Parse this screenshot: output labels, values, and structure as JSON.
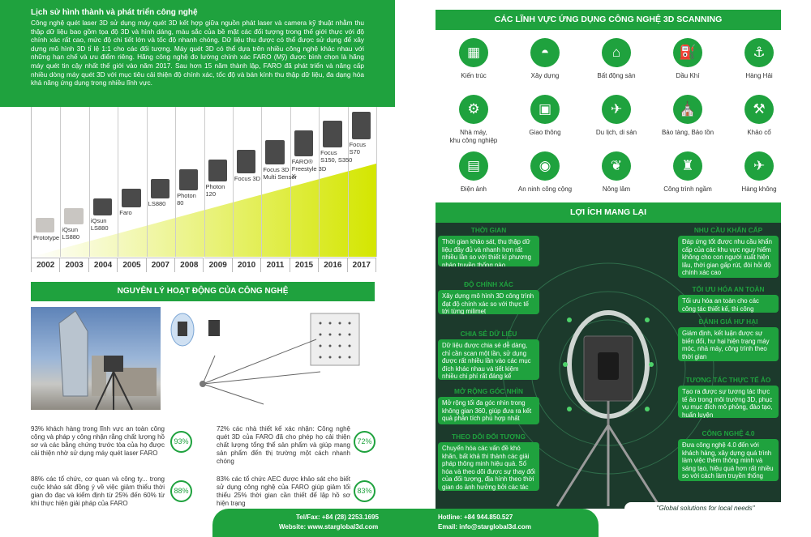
{
  "history": {
    "title": "Lịch sử hình thành và phát triển công nghệ",
    "body": "Công nghệ quét laser 3D sử dụng máy quét 3D kết hợp giữa nguồn phát laser và camera kỹ thuật nhằm thu thập dữ liệu bao gồm tọa độ 3D và hình dáng, màu sắc của bề mặt các đối tượng trong thế giới thực với độ chính xác rất cao, mức độ chi tiết lớn và tốc độ nhanh chóng. Dữ liệu thu được có thể được sử dụng để xây dựng mô hình 3D tỉ lệ 1:1 cho các đối tượng. Máy quét 3D có thể dựa trên nhiều công nghệ khác nhau với những hạn chế và ưu điểm riêng. Hãng công nghệ đo lường chính xác FARO (Mỹ) được bình chọn là hãng máy quét tin cậy nhất thế giới vào năm 2017. Sau hơn 15 năm thành lập, FARO đã phát triển và nâng cấp nhiều dòng máy quét 3D với mục tiêu cải thiện độ chính xác, tốc độ và bán kính thu thập dữ liệu, đa dạng hóa khả năng ứng dụng trong nhiều lĩnh vực."
  },
  "timeline": [
    {
      "year": "2002",
      "label": "Prototype"
    },
    {
      "year": "2003",
      "label": "iQsun\nLS880"
    },
    {
      "year": "2004",
      "label": "iQsun\nLS880"
    },
    {
      "year": "2005",
      "label": "Faro"
    },
    {
      "year": "2007",
      "label": "LS880"
    },
    {
      "year": "2008",
      "label": "Photon\n80"
    },
    {
      "year": "2009",
      "label": "Photon\n120"
    },
    {
      "year": "2010",
      "label": "Focus 3D"
    },
    {
      "year": "2011",
      "label": "Focus 3D\nMulti Sensor"
    },
    {
      "year": "2015",
      "label": "FARO®\nFreestyle 3D\nX"
    },
    {
      "year": "2016",
      "label": "Focus\nS150, S350"
    },
    {
      "year": "2017",
      "label": "Focus\nS70"
    }
  ],
  "principle": {
    "title": "NGUYÊN LÝ HOẠT ĐỘNG CỦA CÔNG NGHỆ"
  },
  "stats": [
    {
      "text": "93% khách hàng trong lĩnh vực an toàn công cộng và pháp y công nhận rằng chất lượng hồ sơ và các bằng chứng trước tòa của họ được cải thiện nhờ sử dụng máy quét laser FARO",
      "value": "93%"
    },
    {
      "text": "72% các nhà thiết kế xác nhận: Công nghệ quét 3D của FARO đã cho phép họ cải thiện chất lượng tổng thể sản phẩm và giúp mang sản phẩm đến thị trường một cách nhanh chóng",
      "value": "72%"
    },
    {
      "text": "88% các tổ chức, cơ quan và công ty... trong cuộc khảo sát đồng ý về việc giảm thiểu thời gian đo đạc và kiểm định từ 25% đến 60% từ khi thực hiện giải pháp của FARO",
      "value": "88%"
    },
    {
      "text": "83% các tổ chức AEC được khảo sát cho biết sử dụng công nghệ của FARO giúp giảm tối thiểu 25% thời gian cần thiết để lập hồ sơ hiện trạng",
      "value": "83%"
    }
  ],
  "footer": {
    "tel": "Tel/Fax: +84 (28) 2253.1695",
    "website": "Website: www.starglobal3d.com",
    "hotline": "Hotline: +84 944.850.527",
    "email": "Email: info@starglobal3d.com"
  },
  "fields": {
    "title": "CÁC LĨNH VỰC ỨNG DỤNG CÔNG NGHỆ 3D SCANNING",
    "items": [
      {
        "label": "Kiến trúc",
        "icon": "building-icon",
        "glyph": "▦"
      },
      {
        "label": "Xây dựng",
        "icon": "hardhat-icon",
        "glyph": "◓"
      },
      {
        "label": "Bất động sản",
        "icon": "house-icon",
        "glyph": "⌂"
      },
      {
        "label": "Dầu Khí",
        "icon": "oil-rig-icon",
        "glyph": "⛽"
      },
      {
        "label": "Hàng Hải",
        "icon": "ship-icon",
        "glyph": "⚓"
      },
      {
        "label": "Nhà máy,\nkhu công nghiệp",
        "icon": "factory-icon",
        "glyph": "⚙"
      },
      {
        "label": "Giao thông",
        "icon": "bus-icon",
        "glyph": "▣"
      },
      {
        "label": "Du lịch, di sản",
        "icon": "globe-plane-icon",
        "glyph": "✈"
      },
      {
        "label": "Bảo tàng, Bảo tồn",
        "icon": "museum-icon",
        "glyph": "⛪"
      },
      {
        "label": "Khảo cổ",
        "icon": "archaeologist-icon",
        "glyph": "⚒"
      },
      {
        "label": "Điện ảnh",
        "icon": "clapper-icon",
        "glyph": "▤"
      },
      {
        "label": "An ninh công cộng",
        "icon": "camera-icon",
        "glyph": "◉"
      },
      {
        "label": "Nông lâm",
        "icon": "plant-icon",
        "glyph": "❦"
      },
      {
        "label": "Công trình ngầm",
        "icon": "worker-icon",
        "glyph": "♜"
      },
      {
        "label": "Hàng không",
        "icon": "plane-icon",
        "glyph": "✈"
      }
    ]
  },
  "benefits": {
    "title": "LỢI ÍCH MANG LẠI",
    "left": [
      {
        "title": "THỜI GIAN",
        "body": "Thời gian khảo sát, thu thập dữ liệu đầy đủ và nhanh hơn rất nhiều lần so với thiết kì phương pháp truyền thống nào"
      },
      {
        "title": "ĐỘ CHÍNH XÁC",
        "body": "Xây dựng mô hình 3D công trình đạt độ chính xác so với thực tế tới từng milimet"
      },
      {
        "title": "CHIA SẺ DỮ LIỆU",
        "body": "Dữ liệu được chia sẻ dễ dàng, chỉ cần scan một lần, sử dụng được rất nhiều lần vào các mục đích khác nhau và tiết kiệm nhiều chi phí rất đáng kể"
      },
      {
        "title": "MỞ RỘNG GÓC NHÌN",
        "body": "Mở rộng tối đa góc nhìn trong không gian 360, giúp đưa ra kết quả phân tích phù hợp nhất"
      },
      {
        "title": "THEO DÕI ĐỐI TƯỢNG",
        "body": "Chuyển hóa các vấn đề khó khăn, bất khả thi thành các giải pháp thông minh hiệu quả. Số hóa và theo dõi được sự thay đổi của đối tượng, địa hình theo thời gian do ảnh hưởng bởi các tác nhân ngoại cảnh"
      }
    ],
    "right": [
      {
        "title": "NHU CẦU KHẨN CẤP",
        "body": "Đáp ứng tốt được nhu cầu khẩn cấp của các khu vực nguy hiểm không cho con người xuất hiện lâu, thời gian gấp rút, đòi hỏi độ chính xác cao"
      },
      {
        "title": "TỐI ƯU HÓA AN TOÀN",
        "body": "Tối ưu hóa an toàn cho các công tác thiết kế, thi công"
      },
      {
        "title": "ĐÁNH GIÁ HƯ HẠI",
        "body": "Giám định, kết luận được sự biến đổi, hư hại hiện trạng máy móc, nhà máy, công trình theo thời gian"
      },
      {
        "title": "TƯƠNG TÁC THỰC TẾ ẢO",
        "body": "Tạo ra được sự tương tác thực tế ảo trong môi trường 3D, phục vụ mục đích mô phỏng, đào tạo, huấn luyện"
      },
      {
        "title": "CÔNG NGHỆ 4.0",
        "body": "Đưa công nghệ 4.0 đến với khách hàng, xây dựng quá trình làm việc thêm thông minh và sáng tạo, hiệu quả hơn rất nhiều so với cách làm truyền thống"
      }
    ],
    "slogan": "\"Global solutions for local needs\""
  },
  "colors": {
    "green": "#1fa23e",
    "dark": "#1c3a2c",
    "ramp": "#d4e600"
  }
}
